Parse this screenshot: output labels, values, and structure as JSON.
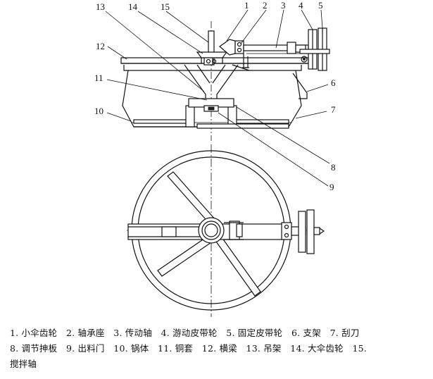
{
  "callouts": [
    "1",
    "2",
    "3",
    "4",
    "5",
    "6",
    "7",
    "8",
    "9",
    "10",
    "11",
    "12",
    "13",
    "14",
    "15"
  ],
  "caption": {
    "line1": "1. 小伞齿轮　2. 轴承座　3. 传动轴　4. 游动皮带轮　5. 固定皮带轮　6. 支架　7. 刮刀",
    "line2": "8. 调节抻板　9. 出料门　10. 锅体　11. 铜套　12. 横梁　13. 吊架　14. 大伞齿轮　15.",
    "line3": "搅拌轴"
  }
}
